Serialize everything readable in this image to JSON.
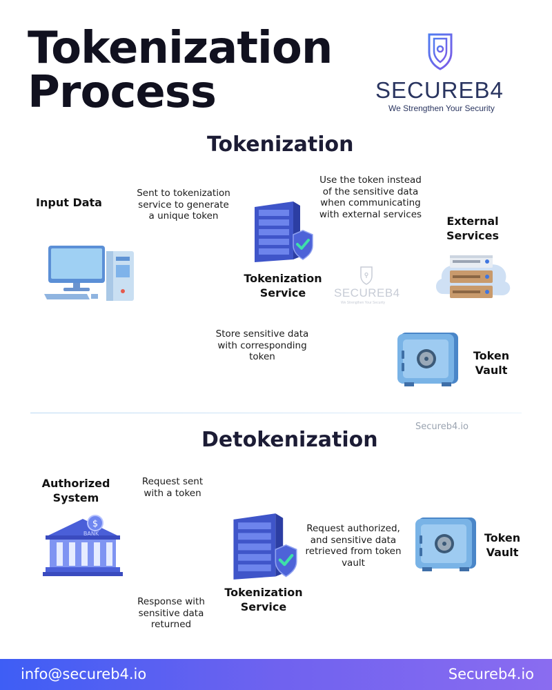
{
  "title_line1": "Tokenization",
  "title_line2": "Process",
  "brand": {
    "name": "SECUREB4",
    "tagline": "We Strengthen Your Security",
    "watermark": "Secureb4.io"
  },
  "tokenization": {
    "heading": "Tokenization",
    "input_data": "Input Data",
    "step1_text": [
      "Sent to tokenization",
      "service to generate",
      "a unique token"
    ],
    "service_label": [
      "Tokenization",
      "Service"
    ],
    "step2_text": [
      "Use the token instead",
      "of the sensitive data",
      "when communicating",
      "with external services"
    ],
    "external_label": [
      "External",
      "Services"
    ],
    "step3_text": [
      "Store sensitive data",
      "with corresponding",
      "token"
    ],
    "vault_label": [
      "Token",
      "Vault"
    ]
  },
  "detokenization": {
    "heading": "Detokenization",
    "authorized_label": [
      "Authorized",
      "System"
    ],
    "request_text": [
      "Request sent",
      "with a token"
    ],
    "service_label": [
      "Tokenization",
      "Service"
    ],
    "authorized_text": [
      "Request authorized,",
      "and sensitive data",
      "retrieved from token",
      "vault"
    ],
    "vault_label": [
      "Token",
      "Vault"
    ],
    "response_text": [
      "Response with",
      "sensitive data",
      "returned"
    ],
    "bank_sign": "BANK"
  },
  "footer": {
    "email": "info@secureb4.io",
    "site": "Secureb4.io"
  },
  "colors": {
    "footer_start": "#3e5ef5",
    "footer_end": "#8a6cf0",
    "brand_dark": "#2a3560",
    "server_blue": "#4d63d8",
    "vault_blue": "#6fa8dc"
  }
}
